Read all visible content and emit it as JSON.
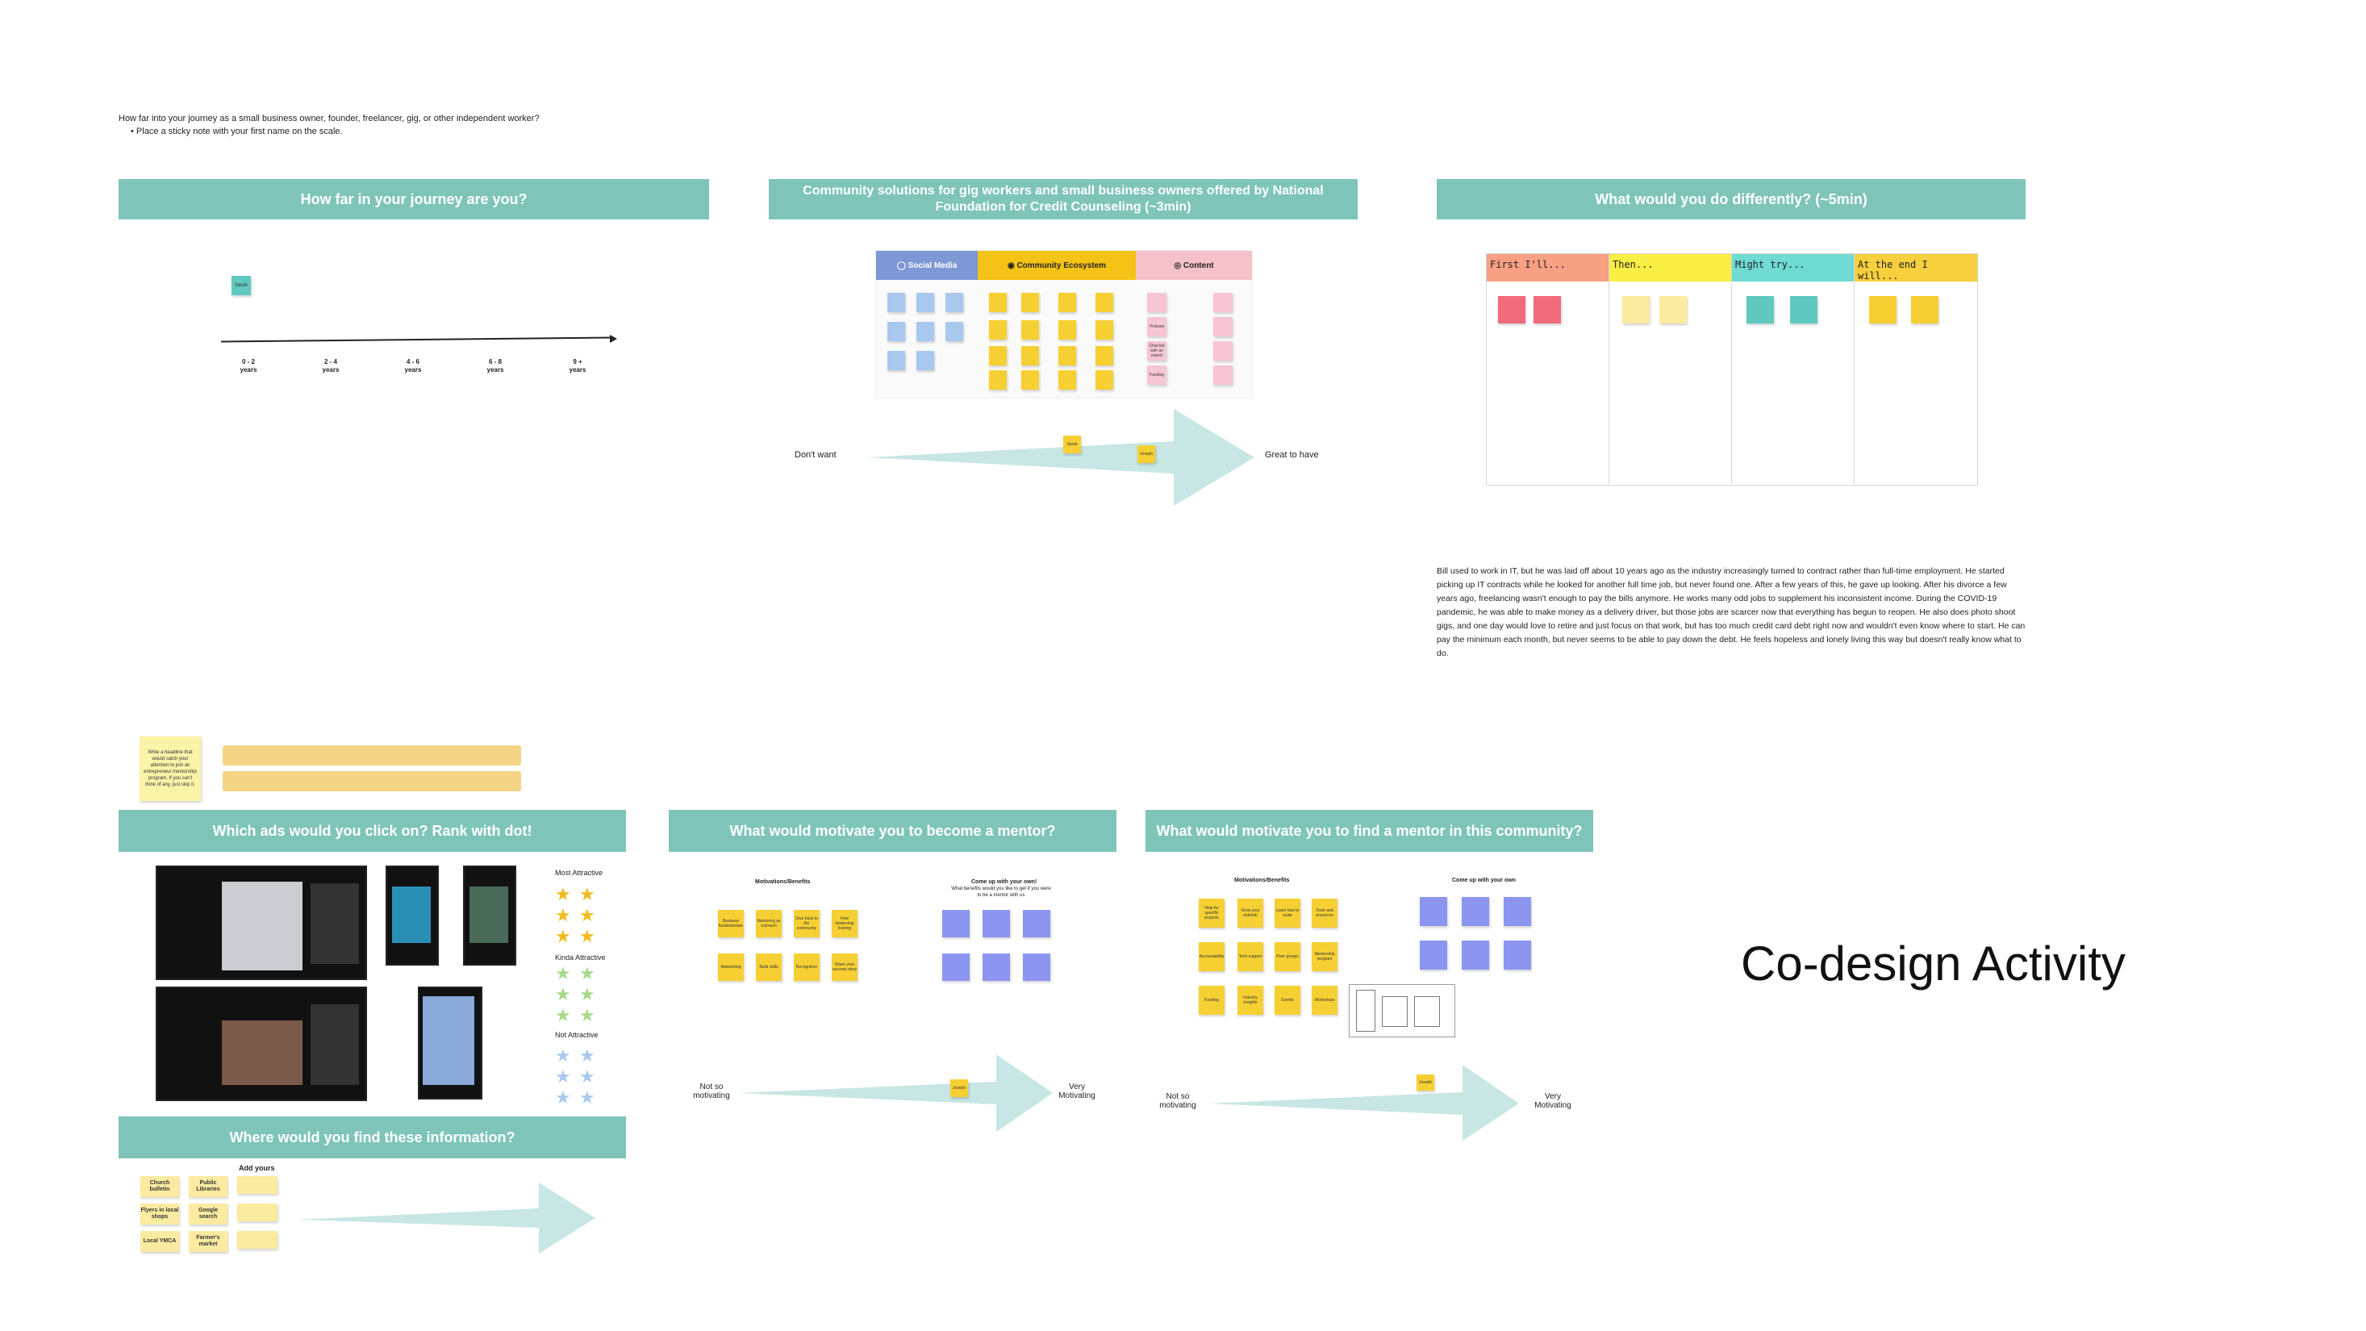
{
  "intro": {
    "question": "How far into your journey as a small business owner, founder, freelancer, gig, or other independent worker?",
    "bullet": "Place a sticky note with your first name on the scale."
  },
  "journey": {
    "title": "How far in your journey are you?",
    "note": "Sarah",
    "ticks": [
      {
        "top": "0 - 2",
        "bottom": "years"
      },
      {
        "top": "2 - 4",
        "bottom": "years"
      },
      {
        "top": "4 - 6",
        "bottom": "years"
      },
      {
        "top": "6 - 8",
        "bottom": "years"
      },
      {
        "top": "9 +",
        "bottom": "years"
      }
    ]
  },
  "community": {
    "title": "Community solutions for gig workers and small business owners offered by National Foundation for Credit Counseling (~3min)",
    "columns": [
      "Social Media",
      "Community Ecosystem",
      "Content"
    ],
    "content_notes": [
      "Podcast",
      "Chat bot with an expert",
      "Funding"
    ],
    "left_label": "Don't want",
    "right_label": "Great to have",
    "arrow_notes": [
      "Sarah",
      "Joseph"
    ]
  },
  "differently": {
    "title": "What would you do differently? (~5min)",
    "columns": [
      "First I'll...",
      "Then...",
      "Might try...",
      "At the end I will..."
    ]
  },
  "story": {
    "text": "Bill used to work in IT, but he was laid off about 10 years ago as the industry increasingly turned to contract rather than full-time employment.  He started picking up IT contracts while he looked for another full time job, but never found one.  After a few years of this, he gave up looking. After his divorce a few years ago, freelancing wasn't enough to pay the bills anymore. He works many odd jobs to supplement his inconsistent income.  During the COVID-19 pandemic, he was able to make money as a delivery driver, but those jobs are scarcer now that everything has begun to reopen. He also does photo shoot gigs, and one day would love to retire and just focus on that work, but has too much credit card debt right now and wouldn't even know where to start.  He can pay the minimum each month, but never seems to be able to pay down the debt.  He feels hopeless and lonely living this way but doesn't really know what to do."
  },
  "headline_note": "Write a headline that would catch your attention to join an entrepreneur mentorship program. If you can't think of any, just skip it.",
  "ads": {
    "title": "Which ads would you click on? Rank with dot!",
    "levels": [
      "Most Attractive",
      "Kinda Attractive",
      "Not Attractive"
    ]
  },
  "become_mentor": {
    "title": "What would motivate you to become a mentor?",
    "col1": "Motivations/Benefits",
    "col2": "Come up with your own!",
    "col2_sub": "What benefits would you like to get if you were to be a mentor with us",
    "notes": [
      "Business fundamentals",
      "Mentoring as outreach",
      "Give back to the community",
      "Free leadership training",
      "Networking",
      "Build skills",
      "Recognition",
      "Share your success story"
    ],
    "left_label": "Not so motivating",
    "right_label": "Very Motivating",
    "arrow_note": "Joseph"
  },
  "find_mentor": {
    "title": "What would motivate you to find a mentor in this community?",
    "col1": "Motivations/Benefits",
    "col2": "Come up with your own",
    "notes": [
      "Help for specific projects",
      "Grow your network",
      "Learn how to scale",
      "Tools and resources",
      "Accountability",
      "Tech support",
      "Peer groups",
      "Mentorship program",
      "Funding",
      "Industry insights",
      "Events",
      "Workshops"
    ],
    "left_label": "Not so motivating",
    "right_label": "Very Motivating",
    "arrow_note": "Joseph"
  },
  "where_info": {
    "title": "Where would you find these information?",
    "add_yours": "Add yours",
    "notes": [
      "Church bulletin",
      "Public Libraries",
      "Flyers in local shops",
      "Google search",
      "Local YMCA",
      "Farmer's market"
    ]
  },
  "board_title": "Co-design Activity"
}
